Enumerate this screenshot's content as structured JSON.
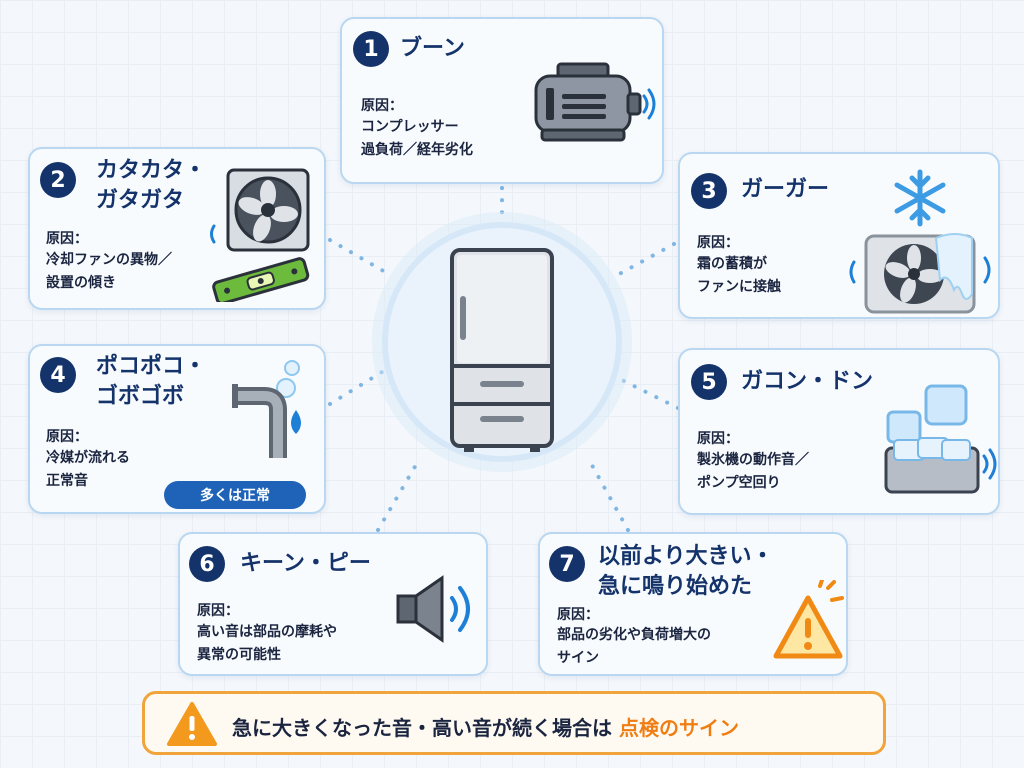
{
  "center": {
    "icon": "refrigerator-icon"
  },
  "cards": [
    {
      "number": "1",
      "title": "ブーン",
      "cause_label": "原因：",
      "cause": "コンプレッサー\n過負荷／経年劣化",
      "icon": "compressor-motor-icon"
    },
    {
      "number": "2",
      "title": "カタカタ・\nガタガタ",
      "cause_label": "原因：",
      "cause": "冷却ファンの異物／\n設置の傾き",
      "icon": "fan-and-level-icon"
    },
    {
      "number": "3",
      "title": "ガーガー",
      "cause_label": "原因：",
      "cause": "霜の蓄積が\nファンに接触",
      "icon": "frosted-fan-icon"
    },
    {
      "number": "4",
      "title": "ポコポコ・\nゴボゴボ",
      "cause_label": "原因：",
      "cause": "冷媒が流れる\n正常音",
      "icon": "refrigerant-pipe-icon",
      "tag": "多くは正常"
    },
    {
      "number": "5",
      "title": "ガコン・ドン",
      "cause_label": "原因：",
      "cause": "製氷機の動作音／\nポンプ空回り",
      "icon": "ice-maker-icon"
    },
    {
      "number": "6",
      "title": "キーン・ピー",
      "cause_label": "原因：",
      "cause": "高い音は部品の摩耗や\n異常の可能性",
      "icon": "speaker-icon"
    },
    {
      "number": "7",
      "title": "以前より大きい・\n急に鳴り始めた",
      "cause_label": "原因：",
      "cause": "部品の劣化や負荷増大の\nサイン",
      "icon": "warning-triangle-icon"
    }
  ],
  "banner": {
    "text": "急に大きくなった音・高い音が続く場合は",
    "accent": "点検のサイン",
    "icon": "warning-icon"
  },
  "colors": {
    "navy": "#15336b",
    "card_border": "#b9d7f0",
    "banner_orange": "#f0a43b",
    "accent_orange": "#f07d12",
    "tag_blue": "#1e63b8"
  }
}
